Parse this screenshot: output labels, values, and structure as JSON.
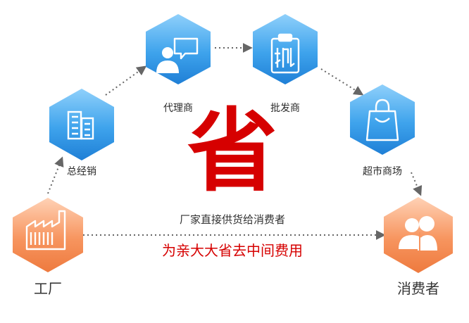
{
  "center": {
    "character": "省",
    "line1": "厂家直接供货给消费者",
    "line2": "为亲大大省去中间费用"
  },
  "nodes": {
    "factory": {
      "label": "工厂",
      "icon": "factory-icon",
      "color": "#f5945c"
    },
    "distributor": {
      "label": "总经销",
      "icon": "building-icon",
      "color": "#3aa0e8"
    },
    "agent": {
      "label": "代理商",
      "icon": "person-chat-icon",
      "color": "#3aa0e8"
    },
    "wholesaler": {
      "label": "批发商",
      "icon": "clipboard-pi-icon",
      "color": "#3aa0e8"
    },
    "supermarket": {
      "label": "超市商场",
      "icon": "shopping-bag-icon",
      "color": "#3aa0e8"
    },
    "consumer": {
      "label": "消费者",
      "icon": "users-icon",
      "color": "#f5945c"
    }
  },
  "colors": {
    "accent_red": "#d60000",
    "connector": "#666666"
  }
}
